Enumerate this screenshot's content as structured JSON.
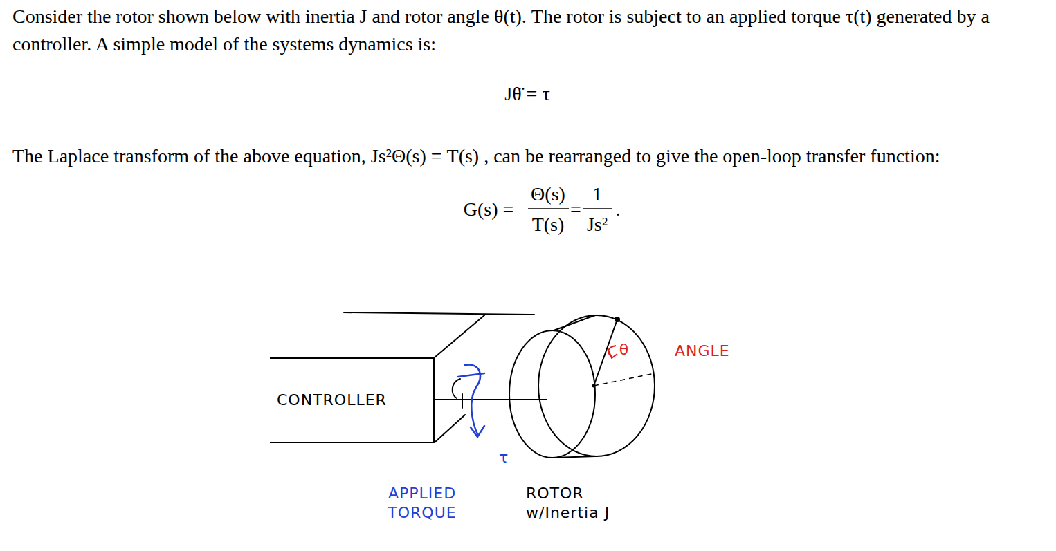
{
  "diagram": {
    "nodes": [
      {
        "text": [
          "CONTROLLER"
        ]
      }
    ],
    "labels": [
      "Consider the rotor shown below with inertia J and rotor angle θ(t). The rotor is subject to an applied torque τ(t) generated by a controller. A simple model of the systems dynamics is:",
      "Jθ̈ = τ",
      "The Laplace transform of the above equation, Js²Θ(s) = T(s) , can be rearranged to give the open-loop transfer function:",
      "G(s) =",
      "Θ(s)",
      "T(s)",
      "=",
      "1",
      "Js²",
      ".",
      "θ",
      "ANGLE",
      "τ",
      "APPLIED TORQUE",
      "ROTOR w/Inertia J"
    ]
  }
}
